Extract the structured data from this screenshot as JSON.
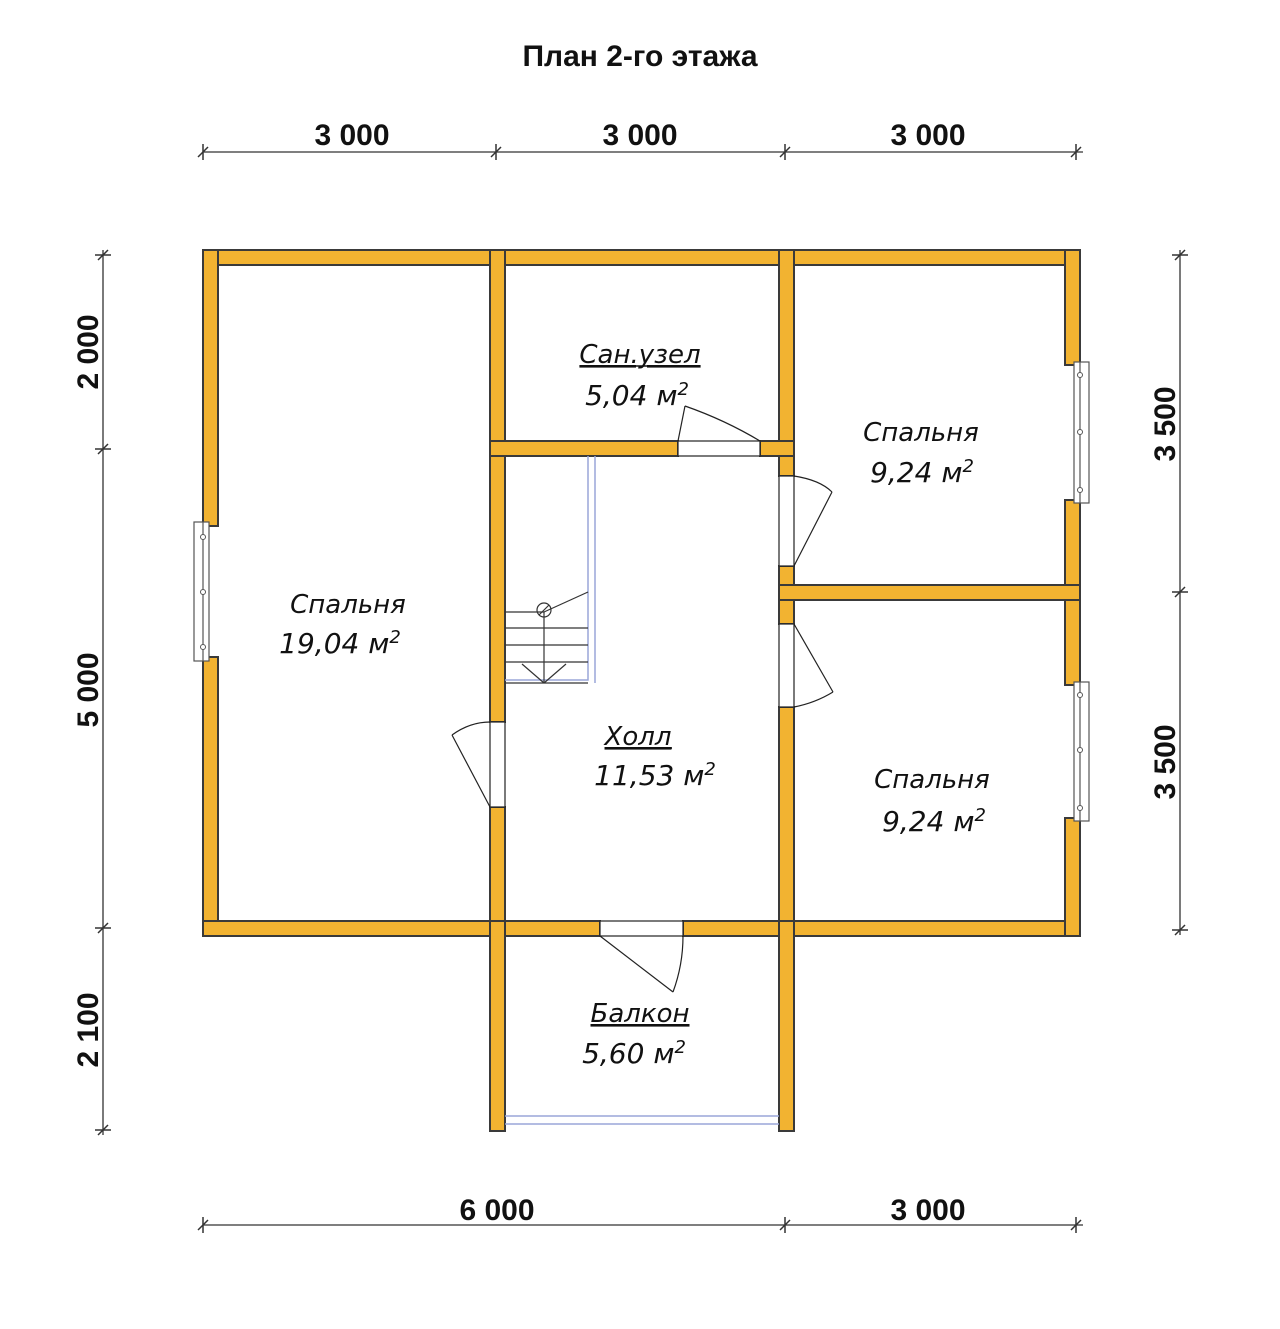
{
  "title": "План 2-го этажа",
  "dimensions": {
    "top": [
      "3 000",
      "3 000",
      "3 000"
    ],
    "bottom": [
      "6 000",
      "3 000"
    ],
    "left": [
      "2 000",
      "5 000",
      "2 100"
    ],
    "right": [
      "3 500",
      "3 500"
    ]
  },
  "rooms": [
    {
      "name": "Спальня",
      "area": "19,04 м",
      "unit_sup": "2"
    },
    {
      "name": "Сан.узел",
      "area": "5,04 м",
      "unit_sup": "2"
    },
    {
      "name": "Спальня",
      "area": "9,24 м",
      "unit_sup": "2"
    },
    {
      "name": "Холл",
      "area": "11,53 м",
      "unit_sup": "2"
    },
    {
      "name": "Спальня",
      "area": "9,24 м",
      "unit_sup": "2"
    },
    {
      "name": "Балкон",
      "area": "5,60 м",
      "unit_sup": "2"
    }
  ],
  "colors": {
    "wall": "#F2B331",
    "wall_outline": "#3a3a3a",
    "railing": "#9aa6d8",
    "background": "#ffffff"
  }
}
